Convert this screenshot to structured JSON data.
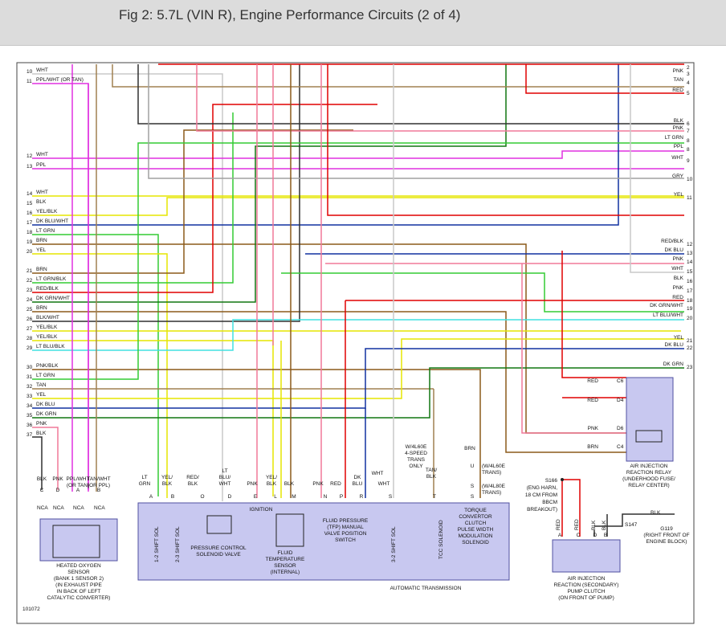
{
  "title": "Fig 2: 5.7L (VIN R), Engine Performance Circuits (2 of 4)",
  "figure_id": "101072",
  "colors": {
    "WHT": "#c8c8c8",
    "PPL": "#e030e0",
    "TAN": "#a08050",
    "RED": "#e00000",
    "BLK": "#303030",
    "PNK": "#f07898",
    "LT GRN": "#33cc33",
    "YEL": "#e6e600",
    "DK BLU": "#1030a0",
    "LT BLU": "#40e0e0",
    "DK GRN": "#117711",
    "BRN": "#8b5a1a",
    "GRY": "#a0a0a0",
    "box_fill": "#c8c8f0",
    "box_stroke": "#5050a0"
  },
  "left_pins": [
    {
      "num": "10",
      "label": "WHT"
    },
    {
      "num": "11",
      "label": "PPL/WHT (OR TAN)"
    },
    {
      "num": "12",
      "label": "WHT"
    },
    {
      "num": "13",
      "label": "PPL"
    },
    {
      "num": "14",
      "label": "WHT"
    },
    {
      "num": "15",
      "label": "BLK"
    },
    {
      "num": "16",
      "label": "YEL/BLK"
    },
    {
      "num": "17",
      "label": "DK BLU/WHT"
    },
    {
      "num": "18",
      "label": "LT GRN"
    },
    {
      "num": "19",
      "label": "BRN"
    },
    {
      "num": "20",
      "label": "YEL"
    },
    {
      "num": "21",
      "label": "BRN"
    },
    {
      "num": "22",
      "label": "LT GRN/BLK"
    },
    {
      "num": "23",
      "label": "RED/BLK"
    },
    {
      "num": "24",
      "label": "DK GRN/WHT"
    },
    {
      "num": "25",
      "label": "BRN"
    },
    {
      "num": "26",
      "label": "BLK/WHT"
    },
    {
      "num": "27",
      "label": "YEL/BLK"
    },
    {
      "num": "28",
      "label": "YEL/BLK"
    },
    {
      "num": "29",
      "label": "LT BLU/BLK"
    },
    {
      "num": "30",
      "label": "PNK/BLK"
    },
    {
      "num": "31",
      "label": "LT GRN"
    },
    {
      "num": "32",
      "label": "TAN"
    },
    {
      "num": "33",
      "label": "YEL"
    },
    {
      "num": "34",
      "label": "DK BLU"
    },
    {
      "num": "35",
      "label": "DK GRN"
    },
    {
      "num": "36",
      "label": "PNK"
    },
    {
      "num": "37",
      "label": "BLK"
    }
  ],
  "right_pins": [
    {
      "num": "2",
      "label": ""
    },
    {
      "num": "3",
      "label": "PNK"
    },
    {
      "num": "4",
      "label": "TAN"
    },
    {
      "num": "5",
      "label": "RED"
    },
    {
      "num": "6",
      "label": "BLK"
    },
    {
      "num": "7",
      "label": "PNK"
    },
    {
      "num": "8",
      "label": "LT GRN"
    },
    {
      "num": "8",
      "label": "PPL"
    },
    {
      "num": "9",
      "label": "WHT"
    },
    {
      "num": "10",
      "label": "GRY"
    },
    {
      "num": "11",
      "label": "YEL"
    },
    {
      "num": "12",
      "label": "RED/BLK"
    },
    {
      "num": "13",
      "label": "DK BLU"
    },
    {
      "num": "14",
      "label": "PNK"
    },
    {
      "num": "15",
      "label": "WHT"
    },
    {
      "num": "16",
      "label": "BLK"
    },
    {
      "num": "17",
      "label": "PNK"
    },
    {
      "num": "18",
      "label": "RED"
    },
    {
      "num": "19",
      "label": "DK GRN/WHT"
    },
    {
      "num": "20",
      "label": "LT BLU/WHT"
    },
    {
      "num": "21",
      "label": "YEL"
    },
    {
      "num": "22",
      "label": "DK BLU"
    },
    {
      "num": "23",
      "label": "DK GRN"
    }
  ],
  "o2_sensor": {
    "wires": [
      "BLK",
      "PNK",
      "PPL/WHT (OR TAN)",
      "TAN/WHT (OR PPL)"
    ],
    "pins": [
      "C",
      "D",
      "A",
      "B"
    ],
    "nca": "NCA",
    "labels": [
      "HEATED OXYGEN",
      "SENSOR",
      "(BANK 1 SENSOR 2)",
      "(IN EXHAUST PIPE",
      "IN BACK OF LEFT",
      "CATALYTIC CONVERTER)"
    ]
  },
  "trans": {
    "wires": [
      "LT GRN",
      "YEL/ BLK",
      "RED/ BLK",
      "LT BLU/ WHT",
      "PNK",
      "YEL/ BLK",
      "BLK",
      "PNK",
      "RED",
      "DK BLU",
      "WHT"
    ],
    "pins": [
      "A",
      "B",
      "O",
      "D",
      "E",
      "L",
      "M",
      "N",
      "P",
      "R",
      "S",
      "T",
      "S"
    ],
    "ignition": "IGNITION",
    "sol_12": "1-2 SHIFT SOL",
    "sol_23": "2-3 SHIFT SOL",
    "pc_sol": [
      "PRESSURE CONTROL",
      "SOLENOID VALVE"
    ],
    "temp": [
      "FLUID",
      "TEMPERATURE",
      "SENSOR",
      "(INTERNAL)"
    ],
    "tfp": [
      "FLUID PRESSURE",
      "(TFP) MANUAL",
      "VALVE POSITION",
      "SWITCH"
    ],
    "sol_32": "3-2 SHIFT SOL",
    "tcc": "TCC SOLENOID",
    "tcc_pwm": [
      "TORQUE",
      "CONVERTOR",
      "CLUTCH",
      "PULSE WIDTH",
      "MODULATION",
      "SOLENOID"
    ],
    "w4l60e_note": [
      "W/4L60E",
      "4-SPEED",
      "TRANS",
      "ONLY"
    ],
    "tan_blk": "TAN/ BLK",
    "brn": "BRN",
    "u_w4l60e": "U (W/4L60E TRANS)",
    "s_w4l80e": "S (W/4L80E TRANS)",
    "name": "AUTOMATIC TRANSMISSION"
  },
  "relay": {
    "pins": [
      {
        "wire": "RED",
        "pin": "C6"
      },
      {
        "wire": "RED",
        "pin": "D4"
      },
      {
        "wire": "PNK",
        "pin": "D6"
      },
      {
        "wire": "BRN",
        "pin": "C4"
      }
    ],
    "labels": [
      "AIR INJECTION",
      "REACTION RELAY",
      "(UNDERHOOD FUSE/",
      "RELAY CENTER)"
    ]
  },
  "splice": [
    "S166",
    "(ENG HARN,",
    "18 CM FROM",
    "BBCM",
    "BREAKOUT)"
  ],
  "pump": {
    "wires": [
      "RED",
      "RED",
      "BLK",
      "BLK"
    ],
    "pins": [
      "A",
      "C",
      "D",
      "B"
    ],
    "s147": "S147",
    "ground_wire": "BLK",
    "ground": [
      "G119",
      "(RIGHT FRONT OF",
      "ENGINE BLOCK)"
    ],
    "labels": [
      "AIR INJECTION",
      "REACTION (SECONDARY)",
      "PUMP CLUTCH",
      "(ON FRONT OF PUMP)"
    ]
  }
}
